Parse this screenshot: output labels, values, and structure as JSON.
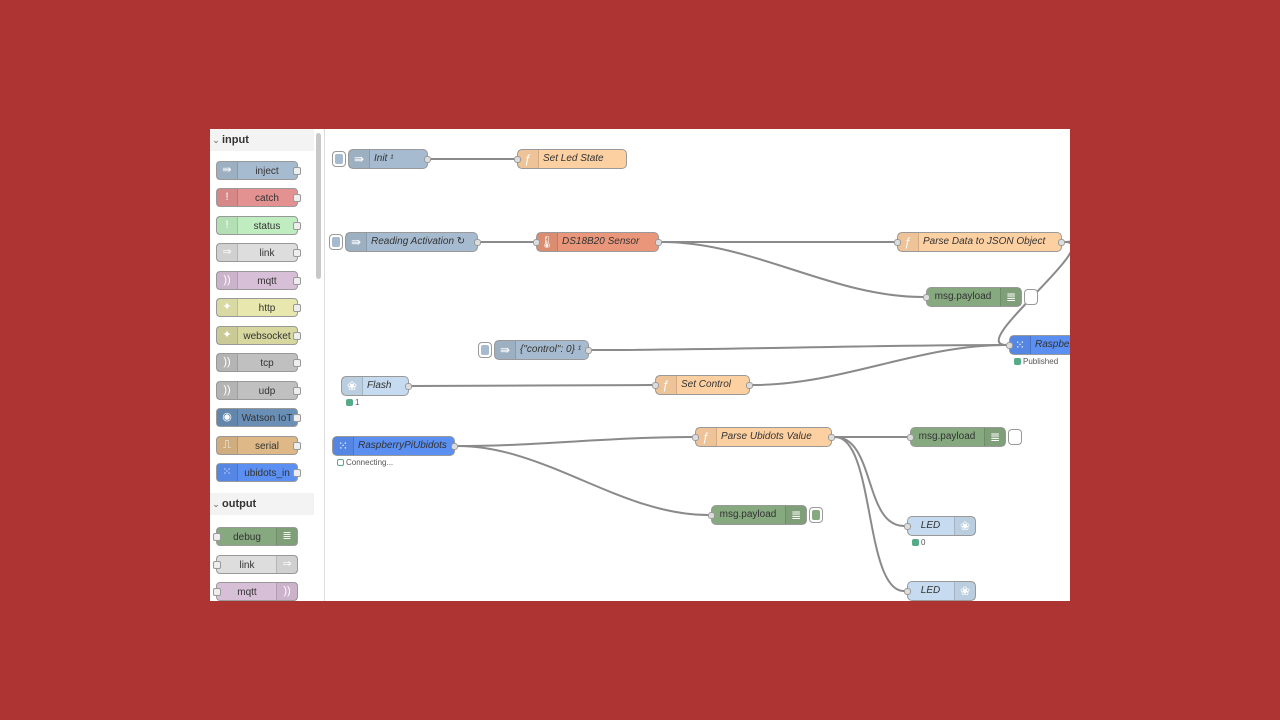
{
  "palette": {
    "categories": [
      {
        "label": "input",
        "nodes": [
          {
            "label": "inject",
            "color": "#a6bbcf",
            "icon": "arrow-icon"
          },
          {
            "label": "catch",
            "color": "#e49191",
            "icon": "alert-icon"
          },
          {
            "label": "status",
            "color": "#c0edc0",
            "icon": "alert-icon"
          },
          {
            "label": "link",
            "color": "#dddddd",
            "icon": "link-icon"
          },
          {
            "label": "mqtt",
            "color": "#d8bfd8",
            "icon": "bridge-icon"
          },
          {
            "label": "http",
            "color": "#e7e7ae",
            "icon": "globe-icon"
          },
          {
            "label": "websocket",
            "color": "#d7d7a0",
            "icon": "globe-icon"
          },
          {
            "label": "tcp",
            "color": "#c0c0c0",
            "icon": "bridge-icon"
          },
          {
            "label": "udp",
            "color": "#c0c0c0",
            "icon": "bridge-icon"
          },
          {
            "label": "Watson IoT",
            "color": "#6a8fb7",
            "icon": "watson-icon"
          },
          {
            "label": "serial",
            "color": "#deb887",
            "icon": "serial-icon"
          },
          {
            "label": "ubidots_in",
            "color": "#5b8ff2",
            "icon": "ubidots-icon"
          }
        ]
      },
      {
        "label": "output",
        "nodes": [
          {
            "label": "debug",
            "color": "#87a980",
            "icon": "debug-icon"
          },
          {
            "label": "link",
            "color": "#dddddd",
            "icon": "link-icon"
          },
          {
            "label": "mqtt",
            "color": "#d8bfd8",
            "icon": "bridge-icon"
          }
        ]
      }
    ]
  },
  "flow": {
    "nodes": [
      {
        "id": "init",
        "label": "Init ¹",
        "color": "#a6bbcf",
        "icon": "arrow-icon",
        "button": "left"
      },
      {
        "id": "setled",
        "label": "Set Led State",
        "color": "#fdd0a2",
        "icon": "function-icon"
      },
      {
        "id": "dbg1",
        "label": "msg.payload",
        "color": "#87a980",
        "icon": "debug-icon",
        "button": "right",
        "plain": true
      },
      {
        "id": "reading",
        "label": "Reading Activation ↻",
        "color": "#a6bbcf",
        "icon": "arrow-icon",
        "button": "left"
      },
      {
        "id": "ds18",
        "label": "DS18B20 Sensor",
        "color": "#e9967a",
        "icon": "thermometer-icon"
      },
      {
        "id": "parse",
        "label": "Parse Data to JSON Object",
        "color": "#fdd0a2",
        "icon": "function-icon"
      },
      {
        "id": "dbg2",
        "label": "msg.payload",
        "color": "#87a980",
        "icon": "debug-icon",
        "button": "right-off",
        "plain": true
      },
      {
        "id": "ubiout",
        "label": "RaspberryPiUbidots",
        "color": "#5b8ff2",
        "icon": "ubidots-icon",
        "status": "Published"
      },
      {
        "id": "control",
        "label": "{\"control\": 0} ¹",
        "color": "#a6bbcf",
        "icon": "arrow-icon",
        "button": "left"
      },
      {
        "id": "flash",
        "label": "Flash",
        "color": "#c6dbef",
        "icon": "raspberry-icon",
        "status": "1"
      },
      {
        "id": "setctl",
        "label": "Set Control",
        "color": "#fdd0a2",
        "icon": "function-icon"
      },
      {
        "id": "ubiin",
        "label": "RaspberryPiUbidots",
        "color": "#5b8ff2",
        "icon": "ubidots-icon",
        "status": "Connecting..."
      },
      {
        "id": "parseubi",
        "label": "Parse Ubidots Value",
        "color": "#fdd0a2",
        "icon": "function-icon"
      },
      {
        "id": "dbg3",
        "label": "msg.payload",
        "color": "#87a980",
        "icon": "debug-icon",
        "button": "right-off",
        "plain": true
      },
      {
        "id": "dbg4",
        "label": "msg.payload",
        "color": "#87a980",
        "icon": "debug-icon",
        "button": "right",
        "plain": true
      },
      {
        "id": "led1",
        "label": "LED",
        "color": "#c6dbef",
        "icon": "raspberry-icon",
        "status": "0"
      },
      {
        "id": "led2",
        "label": "LED",
        "color": "#c6dbef",
        "icon": "raspberry-icon"
      }
    ],
    "wires": [
      [
        "init",
        "setled"
      ],
      [
        "reading",
        "ds18"
      ],
      [
        "ds18",
        "parse"
      ],
      [
        "ds18",
        "dbg2"
      ],
      [
        "parse",
        "dbg1"
      ],
      [
        "parse",
        "ubiout"
      ],
      [
        "control",
        "ubiout"
      ],
      [
        "flash",
        "setctl"
      ],
      [
        "setctl",
        "ubiout"
      ],
      [
        "ubiin",
        "parseubi"
      ],
      [
        "ubiin",
        "dbg4"
      ],
      [
        "parseubi",
        "dbg3"
      ],
      [
        "parseubi",
        "led1"
      ],
      [
        "parseubi",
        "led2"
      ]
    ]
  }
}
